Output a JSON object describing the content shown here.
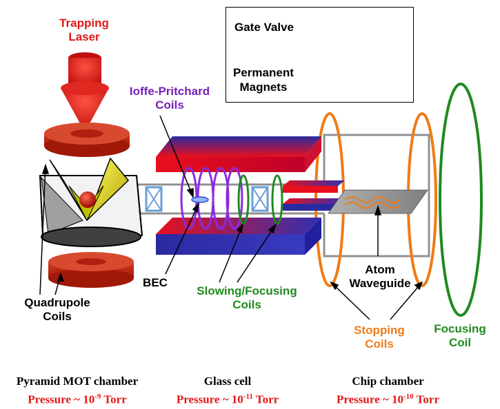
{
  "labels": {
    "trapping_laser": [
      "Trapping",
      "Laser"
    ],
    "ioffe_pritchard": [
      "Ioffe-Pritchard",
      "Coils"
    ],
    "bec": "BEC",
    "quadrupole": [
      "Quadrupole",
      "Coils"
    ],
    "slowing_focusing": [
      "Slowing/Focusing",
      "Coils"
    ],
    "atom_waveguide": [
      "Atom",
      "Waveguide"
    ],
    "stopping_coils": [
      "Stopping",
      "Coils"
    ],
    "focusing_coil": [
      "Focusing",
      "Coil"
    ]
  },
  "legend": {
    "gate_valve": "Gate Valve",
    "permanent_magnets": [
      "Permanent",
      "Magnets"
    ]
  },
  "chambers": [
    {
      "name": "Pyramid MOT chamber",
      "pressure_prefix": "Pressure ~ 10",
      "exponent": "-9",
      "unit": " Torr"
    },
    {
      "name": "Glass cell",
      "pressure_prefix": "Pressure ~ 10",
      "exponent": "-11",
      "unit": " Torr"
    },
    {
      "name": "Chip chamber",
      "pressure_prefix": "Pressure ~ 10",
      "exponent": "-10",
      "unit": " Torr"
    }
  ],
  "colors": {
    "laser_red": "#e01818",
    "coil_purple": "#8a2be2",
    "coil_green": "#1f8a1f",
    "coil_orange": "#f07a16",
    "magnet_red": "#e8101c",
    "magnet_blue": "#2a2aa0",
    "valve_blue": "#6a9fd8"
  }
}
